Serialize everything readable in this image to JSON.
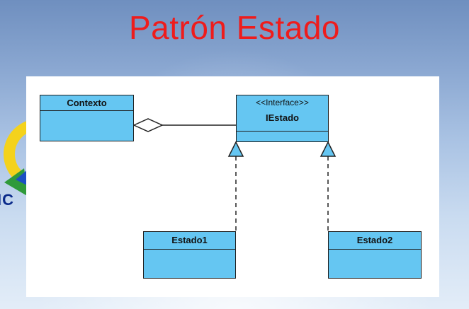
{
  "slide": {
    "title": "Patrón Estado"
  },
  "logo": {
    "partial_text": "IC"
  },
  "diagram": {
    "classes": [
      {
        "id": "contexto",
        "name": "Contexto"
      },
      {
        "id": "iestado",
        "stereotype": "<<Interface>>",
        "name": "IEstado"
      },
      {
        "id": "estado1",
        "name": "Estado1"
      },
      {
        "id": "estado2",
        "name": "Estado2"
      }
    ],
    "relations": [
      {
        "type": "aggregation",
        "from": "Contexto",
        "to": "IEstado"
      },
      {
        "type": "realization",
        "from": "Estado1",
        "to": "IEstado"
      },
      {
        "type": "realization",
        "from": "Estado2",
        "to": "IEstado"
      }
    ],
    "colors": {
      "class_fill": "#65c6f2",
      "title": "#ee1c1c"
    }
  }
}
